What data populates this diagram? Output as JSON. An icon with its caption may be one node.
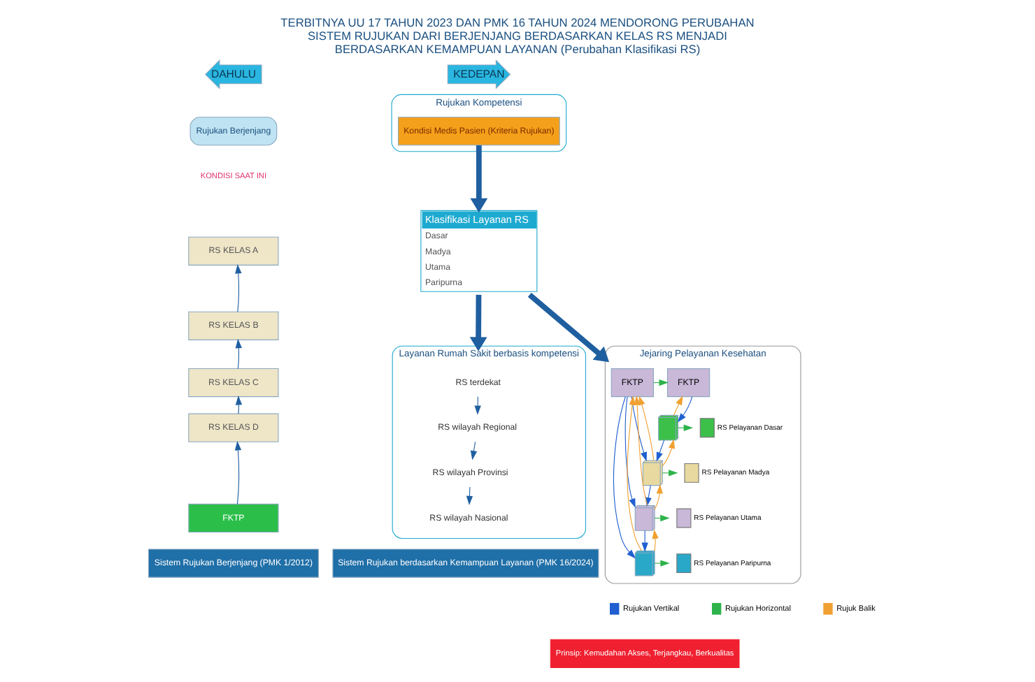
{
  "diagram": {
    "title": "TERBITNYA UU 17 TAHUN 2023 DAN PMK 16 TAHUN 2024 MENDORONG PERUBAHAN SISTEM RUJUKAN DARI BERJENJANG BERDASARKAN KELAS RS MENJADI BERDASARKAN KEMAMPUAN LAYANAN (Perubahan Klasifikasi RS)",
    "nodes": [
      {
        "text": [
          "DAHULU"
        ]
      },
      {
        "text": [
          "KEDEPAN"
        ]
      },
      {
        "text": [
          "Rujukan Berjenjang"
        ]
      },
      {
        "text": [
          "RS KELAS A"
        ]
      },
      {
        "text": [
          "RS KELAS B"
        ]
      },
      {
        "text": [
          "RS KELAS C"
        ]
      },
      {
        "text": [
          "RS KELAS D"
        ]
      },
      {
        "text": [
          "FKTP"
        ]
      },
      {
        "text": [
          "Sistem Rujukan Berjenjang (PMK 1/2012)"
        ]
      },
      {
        "text": [
          "Rujukan Kompetensi"
        ]
      },
      {
        "text": [
          "Kondisi Medis Pasien (Kriteria Rujukan)"
        ],
        "in": 9
      },
      {
        "text": [
          "Klasifikasi Layanan RS",
          "Dasar",
          "Madya",
          "Utama",
          "Paripurna"
        ]
      },
      {
        "text": [
          "Layanan Rumah Sakit berbasis kompetensi"
        ]
      },
      {
        "text": [
          "RS terdekat"
        ],
        "in": 12
      },
      {
        "text": [
          "RS wilayah Regional"
        ],
        "in": 12
      },
      {
        "text": [
          "RS wilayah Provinsi"
        ],
        "in": 12
      },
      {
        "text": [
          "RS wilayah Nasional"
        ],
        "in": 12
      },
      {
        "text": [
          "Jejaring Pelayanan Kesehatan"
        ]
      },
      {
        "text": [
          "FKTP"
        ],
        "in": 17
      },
      {
        "text": [
          "FKTP"
        ],
        "in": 17
      },
      {
        "text": [],
        "shape": "picture",
        "in": 17
      },
      {
        "text": [],
        "shape": "picture",
        "in": 17
      },
      {
        "text": [],
        "shape": "picture",
        "in": 17
      },
      {
        "text": [],
        "shape": "picture",
        "in": 17
      },
      {
        "text": [],
        "shape": "box",
        "in": 17,
        "beside": [
          "RS Pelayanan Dasar"
        ]
      },
      {
        "text": [],
        "shape": "box",
        "in": 17,
        "beside": [
          "RS Pelayanan Madya"
        ]
      },
      {
        "text": [],
        "shape": "box",
        "in": 17,
        "beside": [
          "RS Pelayanan Utama"
        ]
      },
      {
        "text": [],
        "shape": "box",
        "in": 17,
        "beside": [
          "RS Pelayanan Paripurna"
        ]
      },
      {
        "text": [
          "Sistem Rujukan berdasarkan Kemampuan Layanan (PMK 16/2024)"
        ]
      }
    ],
    "edges": [
      {
        "from": 7,
        "to": 6,
        "arrow": "to"
      },
      {
        "from": 6,
        "to": 5,
        "arrow": "to"
      },
      {
        "from": 5,
        "to": 4,
        "arrow": "to"
      },
      {
        "from": 4,
        "to": 3,
        "arrow": "to"
      },
      {
        "from": 10,
        "to": 11,
        "arrow": "to",
        "style": "thick"
      },
      {
        "from": 11,
        "to": 12,
        "arrow": "to",
        "style": "thick"
      },
      {
        "from": 13,
        "to": 14,
        "arrow": "to"
      },
      {
        "from": 14,
        "to": 15,
        "arrow": "to"
      },
      {
        "from": 15,
        "to": 16,
        "arrow": "to"
      },
      {
        "from": 11,
        "to": 17,
        "arrow": "to",
        "style": "thick"
      },
      {
        "from": 18,
        "to": 19,
        "arrow": "to",
        "color": "#2db34a"
      },
      {
        "from": 20,
        "to": 19,
        "arrow": "to",
        "color": "#f0a030"
      },
      {
        "from": 19,
        "to": 20,
        "arrow": "to",
        "color": "#1f5fd0"
      },
      {
        "from": 20,
        "to": 21,
        "arrow": "to",
        "color": "#1f5fd0"
      },
      {
        "from": 21,
        "to": 20,
        "arrow": "to",
        "color": "#f0a030"
      },
      {
        "from": 21,
        "to": 22,
        "arrow": "to",
        "color": "#1f5fd0"
      },
      {
        "from": 22,
        "to": 21,
        "arrow": "to",
        "color": "#f0a030"
      },
      {
        "from": 22,
        "to": 23,
        "arrow": "to",
        "color": "#1f5fd0"
      },
      {
        "from": 23,
        "to": 22,
        "arrow": "to",
        "color": "#f0a030"
      },
      {
        "from": 20,
        "to": 24,
        "arrow": "to",
        "color": "#2db34a"
      },
      {
        "from": 21,
        "to": 25,
        "arrow": "to",
        "color": "#2db34a"
      },
      {
        "from": 22,
        "to": 26,
        "arrow": "to",
        "color": "#2db34a"
      },
      {
        "from": 23,
        "to": 27,
        "arrow": "to",
        "color": "#2db34a"
      },
      {
        "from": 18,
        "to": 21,
        "arrow": "to",
        "color": "#1f5fd0"
      },
      {
        "from": 18,
        "to": 22,
        "arrow": "to",
        "color": "#1f5fd0"
      },
      {
        "from": 18,
        "to": 23,
        "arrow": "to",
        "color": "#1f5fd0"
      },
      {
        "from": 21,
        "to": 18,
        "arrow": "to",
        "color": "#f0a030"
      },
      {
        "from": 22,
        "to": 18,
        "arrow": "to",
        "color": "#f0a030"
      },
      {
        "from": 23,
        "to": 18,
        "arrow": "to",
        "color": "#f0a030"
      }
    ],
    "labels": [
      "KONDISI SAAT INI",
      "Prinsip: Kemudahan Akses, Terjangkau, Berkualitas"
    ],
    "legend": [
      {
        "text": "Rujukan Vertikal",
        "color": "#1f5fd0"
      },
      {
        "text": "Rujukan Horizontal",
        "color": "#2db34a"
      },
      {
        "text": "Rujuk Balik",
        "color": "#f0a030"
      }
    ]
  }
}
